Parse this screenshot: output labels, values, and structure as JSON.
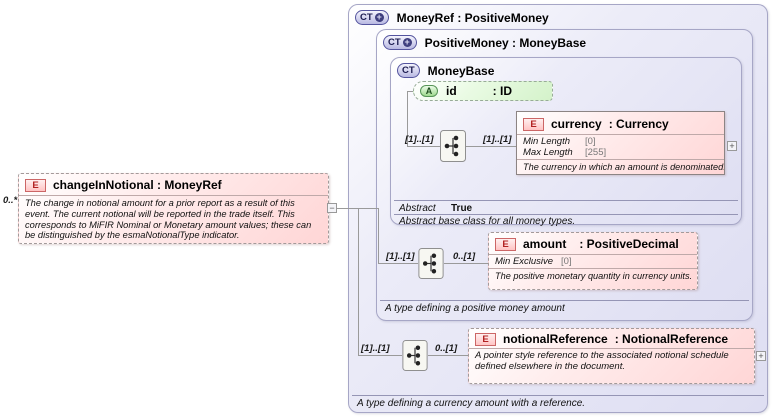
{
  "connector": {
    "collapse_glyph": "−"
  },
  "left_element": {
    "badge": "E",
    "title": "changeInNotional : MoneyRef",
    "cardinality": "0..*",
    "annotation": "The change in notional amount for a prior report as a result of this event. The current notional will be reported in the trade itself. This corresponds to MiFIR Nominal or Monetary amount values; these can be distinguished by the esmaNotionalType indicator."
  },
  "money_ref": {
    "badge": "CT",
    "badge_plus": "+",
    "title": "MoneyRef : PositiveMoney",
    "annotation": "A type defining a currency amount with a reference."
  },
  "positive_money": {
    "badge": "CT",
    "badge_plus": "+",
    "title": "PositiveMoney : MoneyBase",
    "annotation": "A type defining a positive money amount"
  },
  "money_base": {
    "badge": "CT",
    "title": "MoneyBase",
    "abstract_label": "Abstract",
    "abstract_value": "True",
    "annotation": "Abstract base class for all money types."
  },
  "id_attribute": {
    "badge": "A",
    "name": "id",
    "type": ": ID"
  },
  "currency": {
    "badge": "E",
    "name": "currency",
    "type": ": Currency",
    "left_cardinality": "[1]..[1]",
    "right_cardinality": "[1]..[1]",
    "facets": [
      {
        "name": "Min Length",
        "value": "[0]"
      },
      {
        "name": "Max Length",
        "value": "[255]"
      }
    ],
    "annotation": "The currency in which an amount is denominated.",
    "expand_glyph": "+"
  },
  "amount": {
    "badge": "E",
    "name": "amount",
    "type": ": PositiveDecimal",
    "left_cardinality": "[1]..[1]",
    "right_cardinality": "0..[1]",
    "facets": [
      {
        "name": "Min Exclusive",
        "value": "[0]"
      }
    ],
    "annotation": "The positive monetary quantity in currency units."
  },
  "notional_reference": {
    "badge": "E",
    "name": "notionalReference",
    "type": ": NotionalReference",
    "left_cardinality": "[1]..[1]",
    "right_cardinality": "0..[1]",
    "annotation": "A pointer style reference to the associated notional schedule defined elsewhere in the document.",
    "expand_glyph": "+"
  },
  "colors": {
    "element_fill": "#ffd6d6",
    "element_accent": "#b22222",
    "attribute_fill": "#d4f2ca",
    "attribute_accent": "#579457",
    "complex_type_fill": "#dedef2",
    "complex_type_accent": "#54549e",
    "line": "#9a9a9a"
  }
}
